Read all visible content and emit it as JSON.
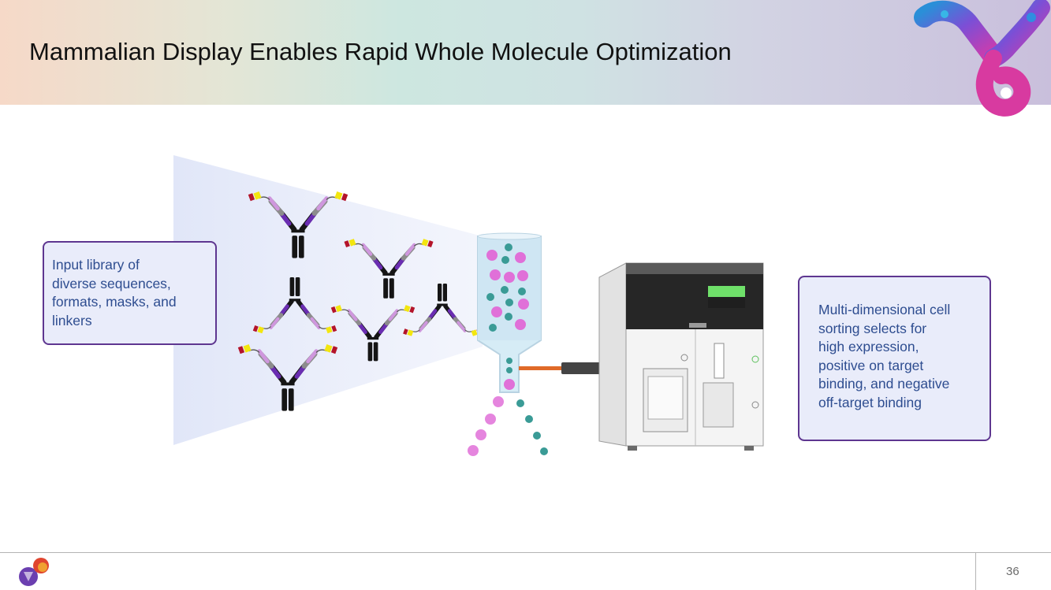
{
  "slide": {
    "title": "Mammalian Display Enables Rapid Whole Molecule Optimization",
    "page_number": "36"
  },
  "callouts": {
    "left": {
      "lines": [
        "Input library of",
        "diverse sequences,",
        "formats, masks, and",
        "linkers"
      ]
    },
    "right": {
      "lines": [
        "Multi-dimensional cell",
        "sorting selects for",
        "high expression,",
        "positive on target",
        "binding, and negative",
        "off-target binding"
      ]
    }
  },
  "colors": {
    "callout_border": "#5e3690",
    "callout_fill": "#e9ecfa",
    "callout_text": "#2e4d90",
    "cell_pink": "#e070d8",
    "cell_teal": "#3a9b96",
    "antibody_black": "#151515",
    "antibody_purple": "#6a2db2",
    "antibody_lilac": "#cf97de",
    "antibody_gray": "#8c8c8c",
    "tag_yellow": "#f3e60f",
    "tag_red": "#b4142a",
    "laser": "#e06a28"
  },
  "icons": {
    "header_logo": "antibody-protein-icon",
    "footer_logo": "company-logo-icon",
    "instrument": "cell-sorter-instrument-icon",
    "flow_chamber": "flow-cell-chamber-icon"
  }
}
